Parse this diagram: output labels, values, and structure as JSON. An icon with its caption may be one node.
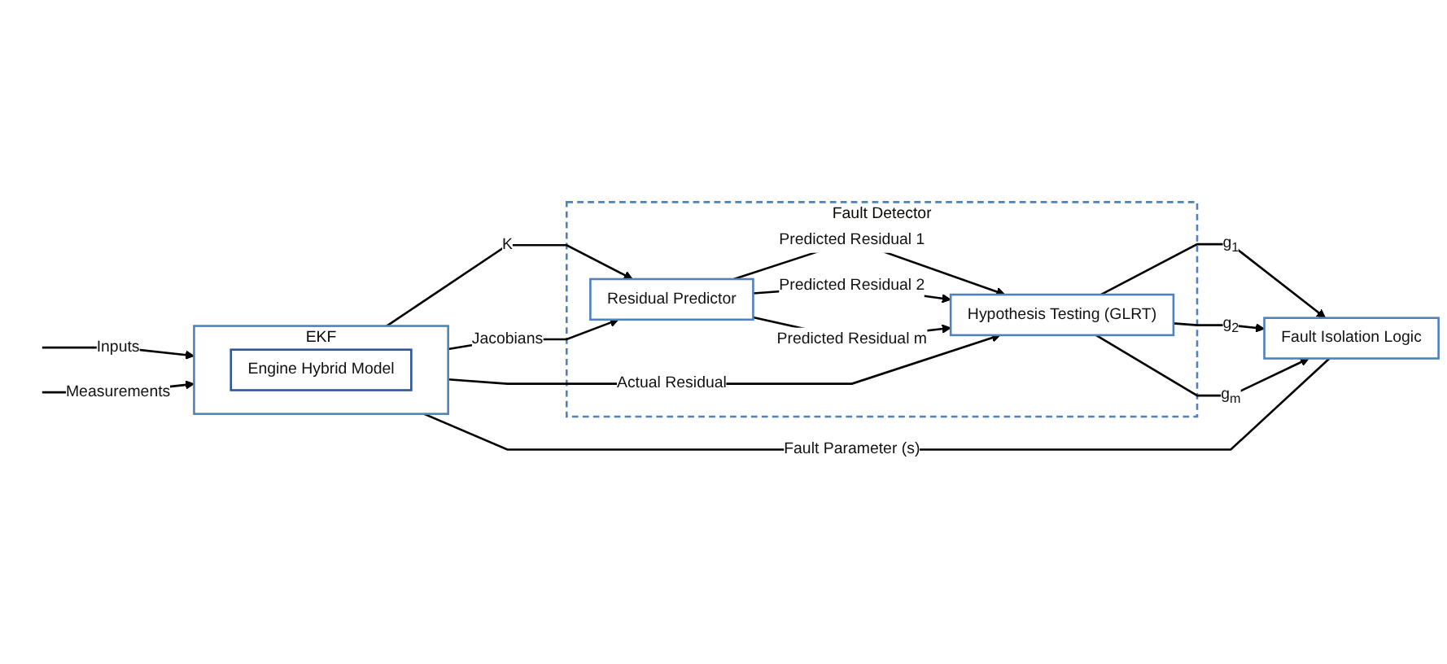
{
  "diagram": {
    "nodes": [
      {
        "text": [
          "EKF"
        ]
      },
      {
        "text": [
          "Engine Hybrid Model"
        ],
        "in": 0
      },
      {
        "text": [
          "Fault Detector"
        ]
      },
      {
        "text": [
          "Residual Predictor"
        ],
        "in": 2
      },
      {
        "text": [
          "Hypothesis Testing (GLRT)"
        ],
        "in": 2
      },
      {
        "text": [
          "Fault Isolation Logic"
        ]
      }
    ],
    "edges": [
      {
        "from": null,
        "to": 0,
        "arrow": "to",
        "label": "Inputs"
      },
      {
        "from": null,
        "to": 0,
        "arrow": "to",
        "label": "Measurements"
      },
      {
        "from": 0,
        "to": 4,
        "arrow": "to",
        "label": "Actual Residual"
      },
      {
        "from": 0,
        "to": 3,
        "arrow": "to",
        "label": "K"
      },
      {
        "from": 0,
        "to": 3,
        "arrow": "to",
        "label": "Jacobians"
      },
      {
        "from": 3,
        "to": 4,
        "arrow": "to",
        "label": "Predicted Residual 1"
      },
      {
        "from": 3,
        "to": 4,
        "arrow": "to",
        "label": "Predicted Residual 2"
      },
      {
        "from": 3,
        "to": 4,
        "arrow": "to",
        "label": "Predicted Residual m"
      },
      {
        "from": 4,
        "to": 5,
        "arrow": "to",
        "label": "g$_{1}$"
      },
      {
        "from": 4,
        "to": 5,
        "arrow": "to",
        "label": "g$_{2}$"
      },
      {
        "from": 4,
        "to": 5,
        "arrow": "to",
        "label": "g$_{m}$"
      },
      {
        "from": 5,
        "to": 0,
        "arrow": "none",
        "label": "Fault Parameter (s)"
      }
    ]
  }
}
